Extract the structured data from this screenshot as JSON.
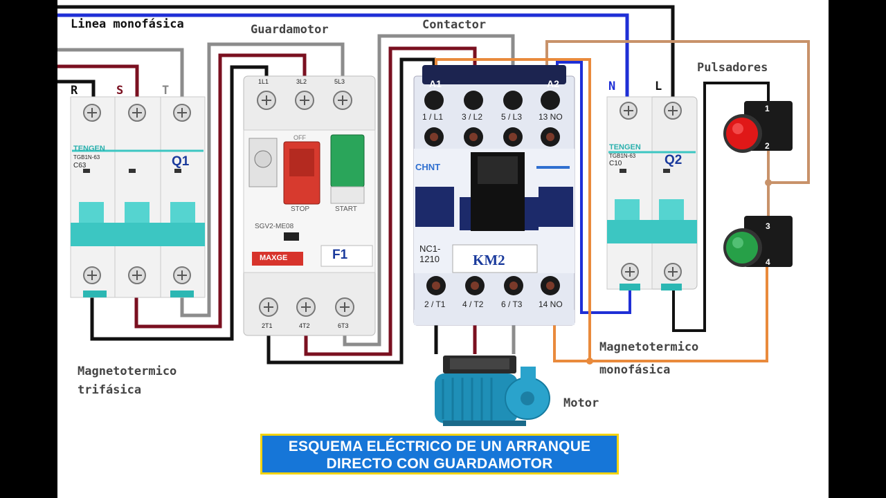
{
  "labels": {
    "linea": "Linea monofásica",
    "guardamotor": "Guardamotor",
    "contactor": "Contactor",
    "pulsadores": "Pulsadores",
    "mag_tri_1": "Magnetotermico",
    "mag_tri_2": "trifásica",
    "mag_mono_1": "Magnetotermico",
    "mag_mono_2": "monofásica",
    "motor": "Motor"
  },
  "three_phase_breaker": {
    "phases": [
      "R",
      "S",
      "T"
    ],
    "brand": "TENGEN",
    "model": "TGB1N-63",
    "rating": "C63",
    "name": "Q1"
  },
  "single_phase_breaker": {
    "phases": [
      "N",
      "L"
    ],
    "brand": "TENGEN",
    "model": "TGB1N-63",
    "rating": "C10",
    "name": "Q2"
  },
  "motor_protector": {
    "top_terminals": [
      "1L1",
      "3L2",
      "5L3"
    ],
    "bottom_terminals": [
      "2T1",
      "4T2",
      "6T3"
    ],
    "stop_label": "STOP",
    "start_label": "START",
    "off_label": "OFF",
    "model": "SGV2-ME08",
    "brand": "MAXGE",
    "name": "F1"
  },
  "contactor": {
    "brand": "CHNT",
    "coil_terminals": [
      "A1",
      "A2"
    ],
    "top_terminals": [
      "1 / L1",
      "3 / L2",
      "5 / L3",
      "13 NO"
    ],
    "bottom_terminals": [
      "2 / T1",
      "4 / T2",
      "6 / T3",
      "14 NO"
    ],
    "model_line1": "NC1-",
    "model_line2": "1210",
    "name": "KM2"
  },
  "pushbuttons": {
    "stop_terminals": [
      "1",
      "2"
    ],
    "start_terminals": [
      "3",
      "4"
    ]
  },
  "title": {
    "line1": "ESQUEMA ELÉCTRICO DE UN ARRANQUE",
    "line2": "DIRECTO CON GUARDAMOTOR"
  },
  "colors": {
    "wire_black": "#111111",
    "wire_brown": "#7a1020",
    "wire_grey": "#8c8c8c",
    "wire_blue": "#1f2fd6",
    "wire_orange": "#e98a3c",
    "wire_tan": "#c8926a",
    "breaker_teal": "#3cc6c2",
    "title_bg": "#1676d8",
    "title_border": "#f3d30c"
  }
}
